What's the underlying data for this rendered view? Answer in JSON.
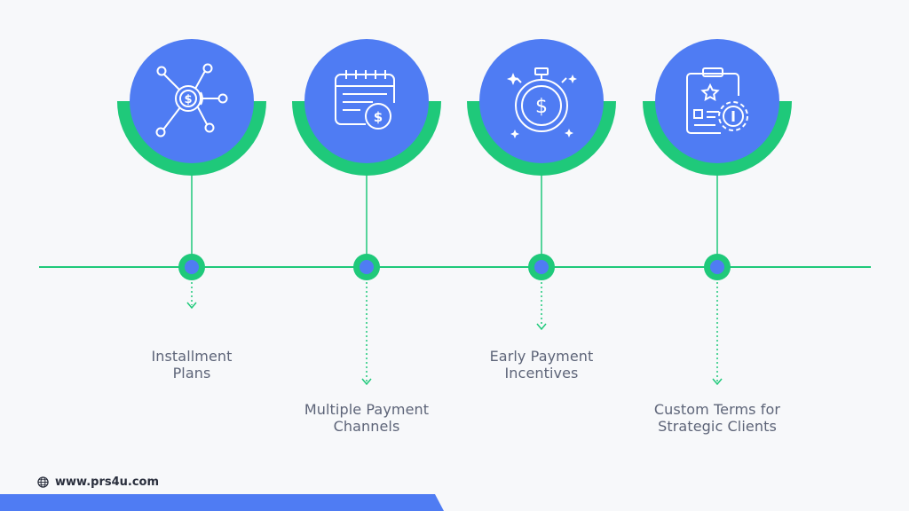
{
  "colors": {
    "blue": "#4f7cf3",
    "green": "#1fc97a",
    "text": "#5d6478"
  },
  "steps": [
    {
      "icon": "network-dollar-icon",
      "line1": "Installment",
      "line2": "Plans"
    },
    {
      "icon": "calendar-dollar-icon",
      "line1": "Multiple Payment",
      "line2": "Channels"
    },
    {
      "icon": "stopwatch-dollar-icon",
      "line1": "Early Payment",
      "line2": "Incentives"
    },
    {
      "icon": "clipboard-gear-icon",
      "line1": "Custom Terms for",
      "line2": "Strategic Clients"
    }
  ],
  "footer": {
    "website": "www.prs4u.com"
  }
}
